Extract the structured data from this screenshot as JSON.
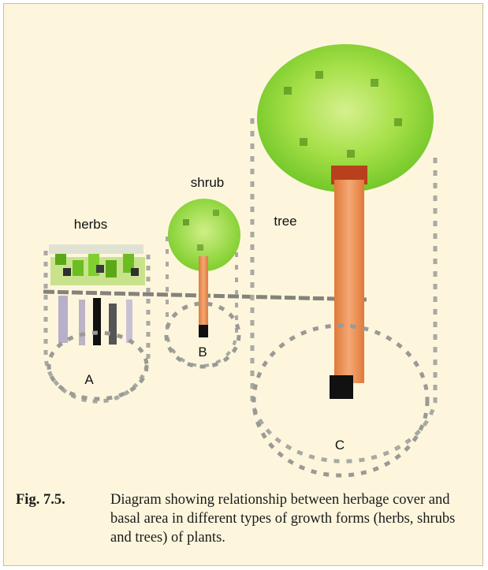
{
  "labels": {
    "herbs": "herbs",
    "shrub": "shrub",
    "tree": "tree",
    "a": "A",
    "b": "B",
    "c": "C"
  },
  "caption": {
    "number": "Fig. 7.5.",
    "text": "Diagram showing relationship between herbage cover and basal area in different types of growth forms (herbs, shrubs and trees) of plants."
  },
  "colors": {
    "background": "#fdf6dd",
    "foliage_light": "#c8f070",
    "foliage": "#8fd83a",
    "foliage_dark": "#5aa818",
    "trunk": "#e8864a",
    "trunk_light": "#f3a672",
    "trunk_base": "#111111",
    "outline": "#a9a9a3"
  }
}
